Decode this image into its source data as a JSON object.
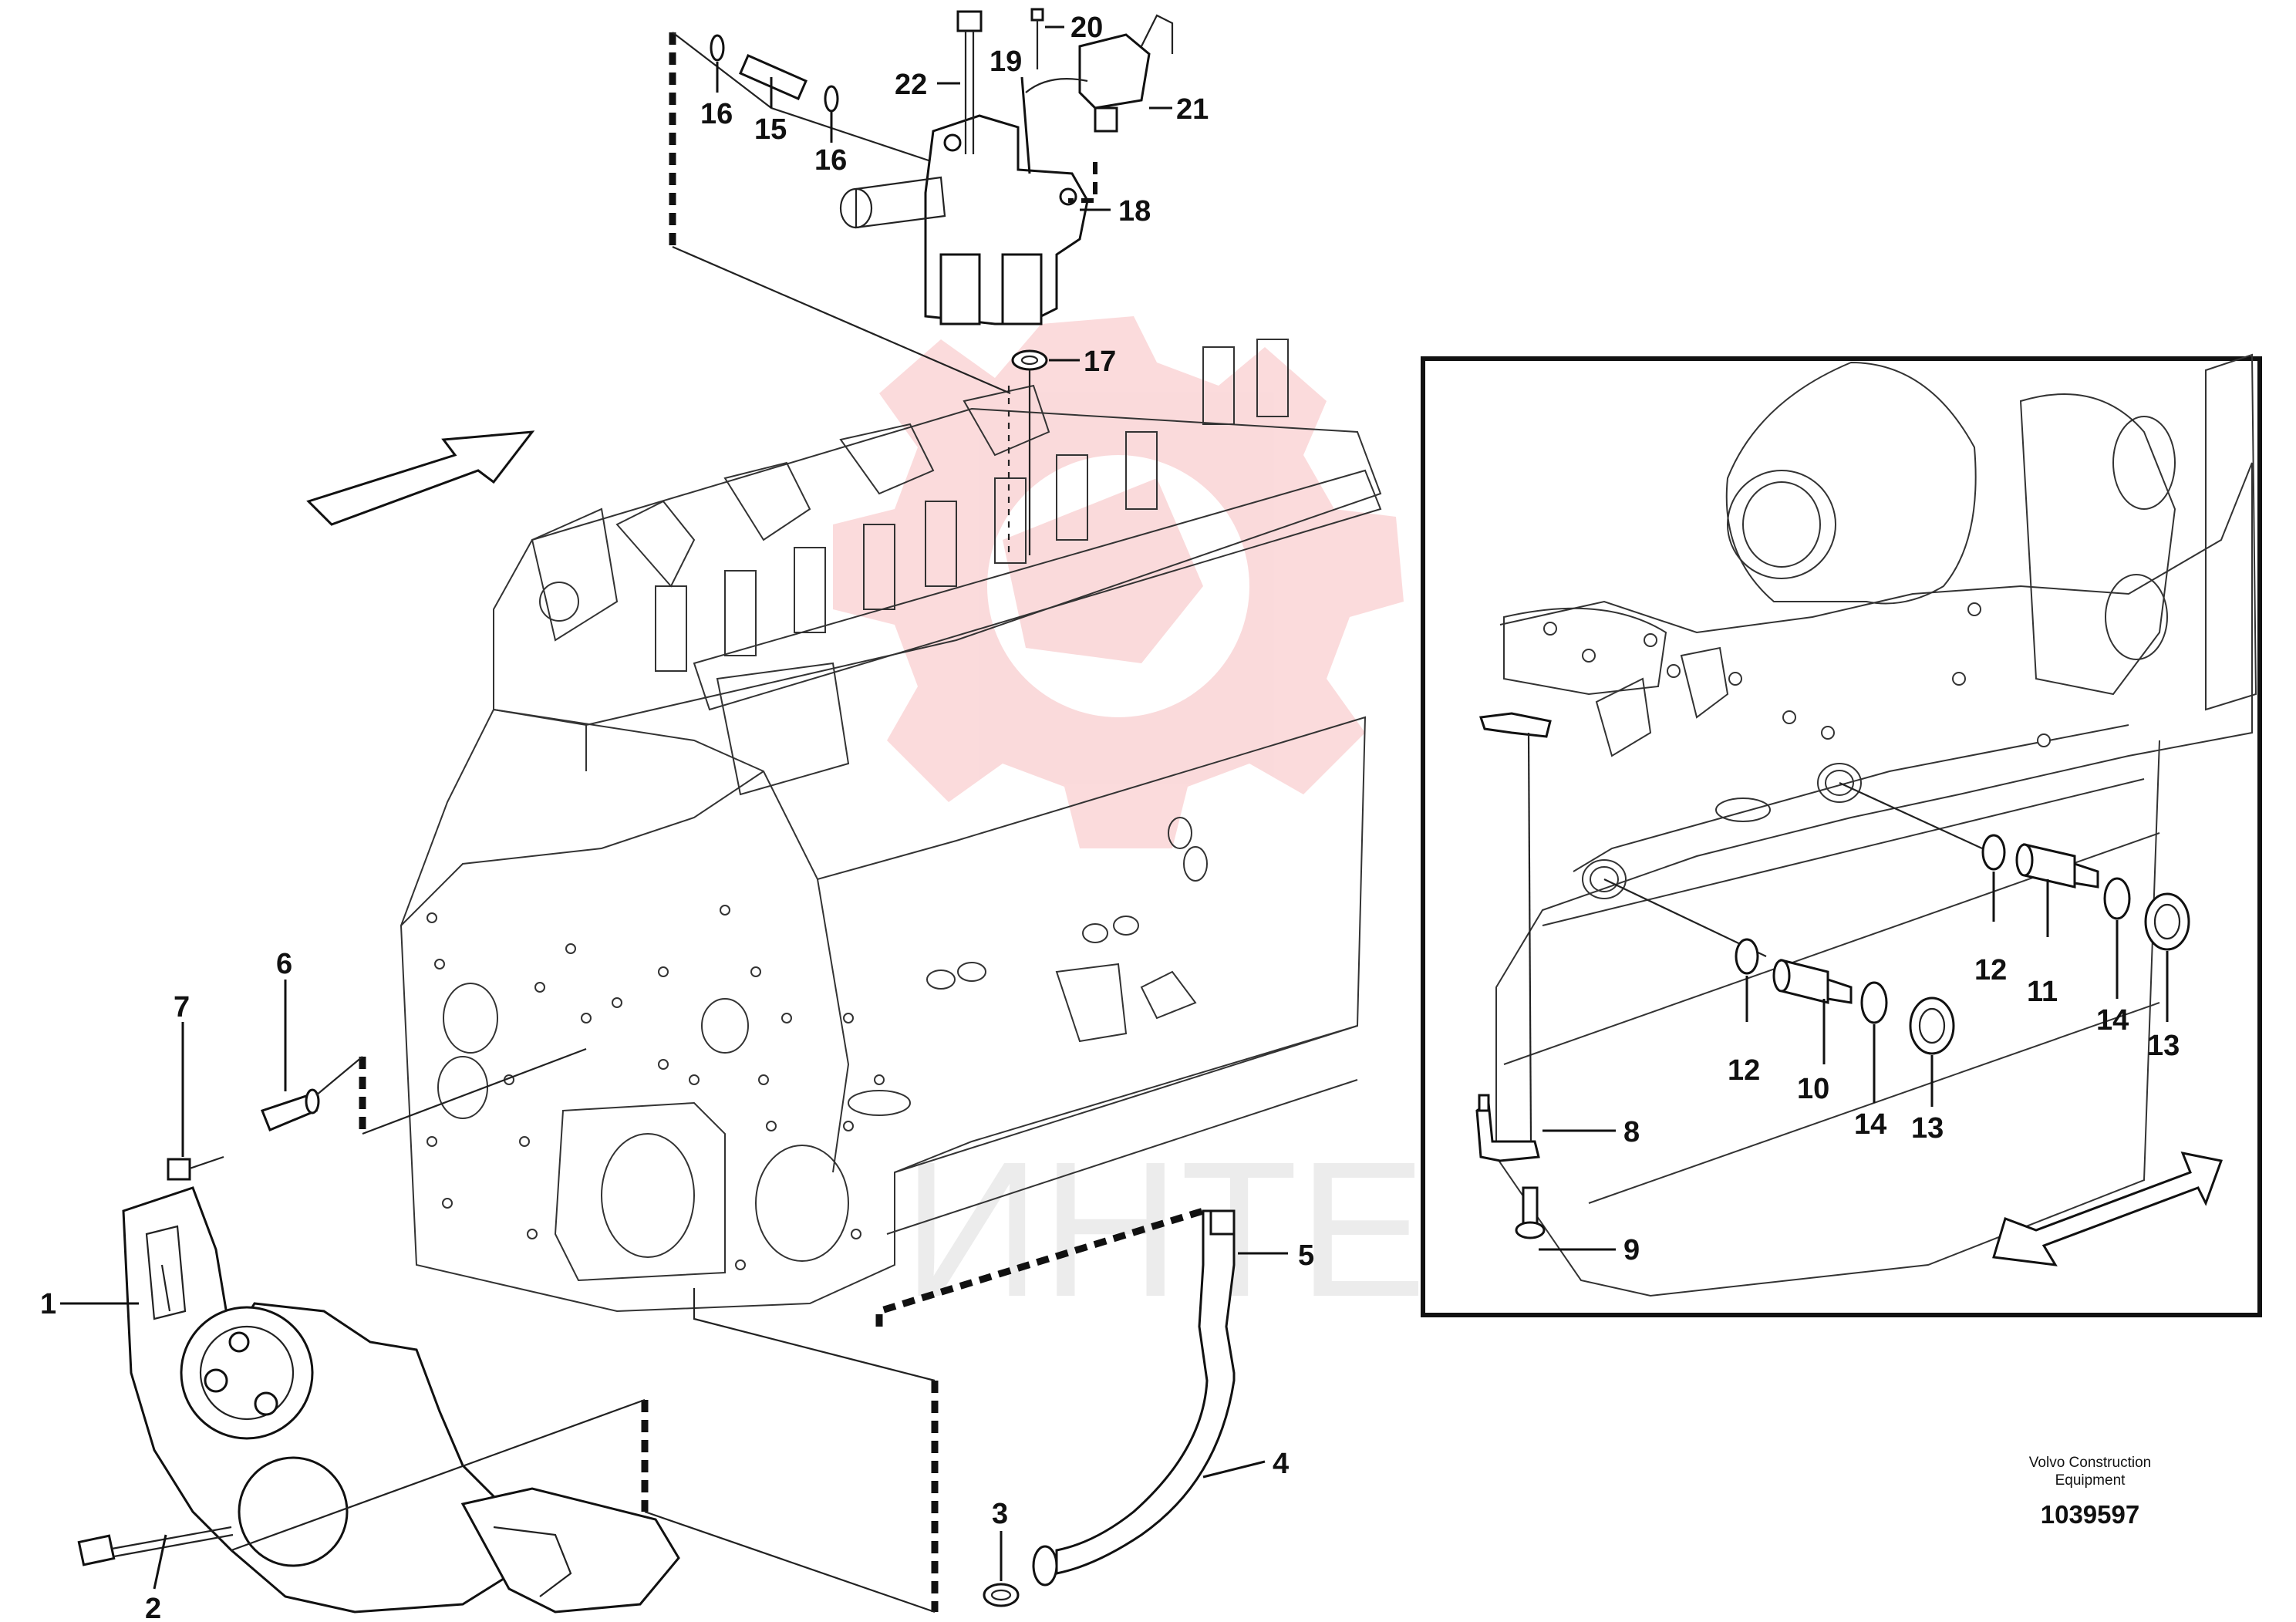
{
  "callouts": {
    "c1": "1",
    "c2": "2",
    "c3": "3",
    "c4": "4",
    "c5": "5",
    "c6": "6",
    "c7": "7",
    "c8": "8",
    "c9": "9",
    "c10": "10",
    "c11": "11",
    "c12a": "12",
    "c12b": "12",
    "c13a": "13",
    "c13b": "13",
    "c14a": "14",
    "c14b": "14",
    "c15": "15",
    "c16a": "16",
    "c16b": "16",
    "c17": "17",
    "c18": "18",
    "c19": "19",
    "c20": "20",
    "c21": "21",
    "c22": "22"
  },
  "caption": {
    "line1": "Volvo Construction",
    "line2": "Equipment",
    "number": "1039597"
  },
  "watermark": {
    "text": "ИНТЕХ",
    "color": "#e8383d"
  }
}
